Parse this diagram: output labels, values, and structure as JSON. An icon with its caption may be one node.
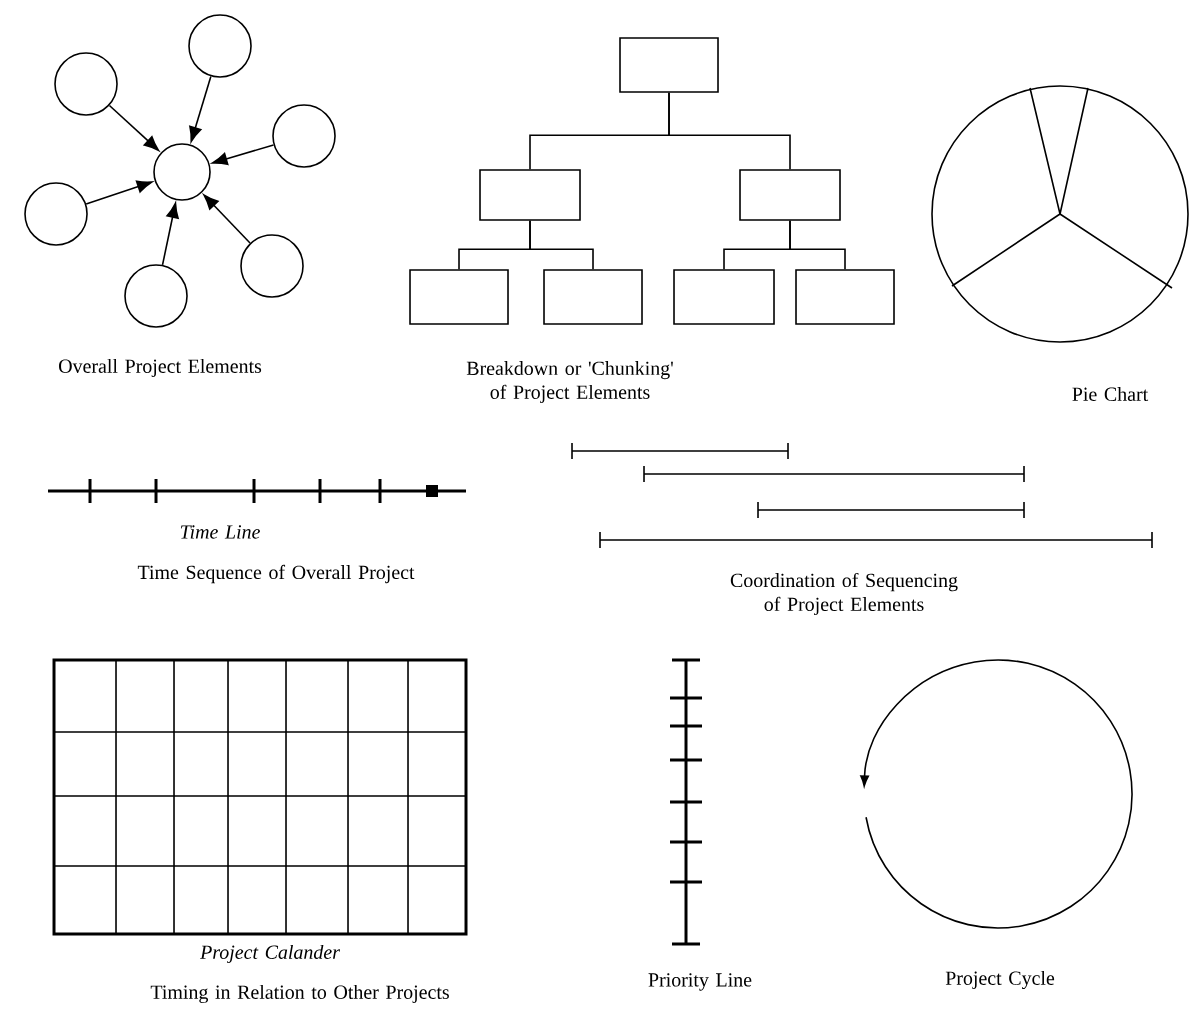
{
  "diagram": {
    "nodes": [
      {
        "text": [],
        "shape": "circle"
      },
      {
        "text": [],
        "shape": "circle"
      },
      {
        "text": [],
        "shape": "circle"
      },
      {
        "text": [],
        "shape": "circle"
      },
      {
        "text": [],
        "shape": "circle"
      },
      {
        "text": [],
        "shape": "circle"
      },
      {
        "text": [],
        "shape": "circle"
      },
      {
        "text": [],
        "shape": "box"
      },
      {
        "text": [],
        "shape": "box"
      },
      {
        "text": [],
        "shape": "box"
      },
      {
        "text": [],
        "shape": "box"
      },
      {
        "text": [],
        "shape": "box"
      },
      {
        "text": [],
        "shape": "box"
      },
      {
        "text": [],
        "shape": "box"
      }
    ],
    "edges": [
      {
        "from": 1,
        "to": 0,
        "arrow": "to"
      },
      {
        "from": 2,
        "to": 0,
        "arrow": "to"
      },
      {
        "from": 3,
        "to": 0,
        "arrow": "to"
      },
      {
        "from": 4,
        "to": 0,
        "arrow": "to"
      },
      {
        "from": 5,
        "to": 0,
        "arrow": "to"
      },
      {
        "from": 6,
        "to": 0,
        "arrow": "to"
      },
      {
        "from": 7,
        "to": 8,
        "arrow": "none"
      },
      {
        "from": 7,
        "to": 9,
        "arrow": "none"
      },
      {
        "from": 8,
        "to": 10,
        "arrow": "none"
      },
      {
        "from": 8,
        "to": 11,
        "arrow": "none"
      },
      {
        "from": 9,
        "to": 12,
        "arrow": "none"
      },
      {
        "from": 9,
        "to": 13,
        "arrow": "none"
      }
    ],
    "labels": [
      "Overall Project Elements",
      "Breakdown or 'Chunking' of Project Elements",
      "Pie Chart",
      "Time Line",
      "Time Sequence of Overall Project",
      "Coordination of Sequencing of Project Elements",
      "Project Calander",
      "Timing in Relation to Other Projects",
      "Priority Line",
      "Project Cycle"
    ]
  }
}
